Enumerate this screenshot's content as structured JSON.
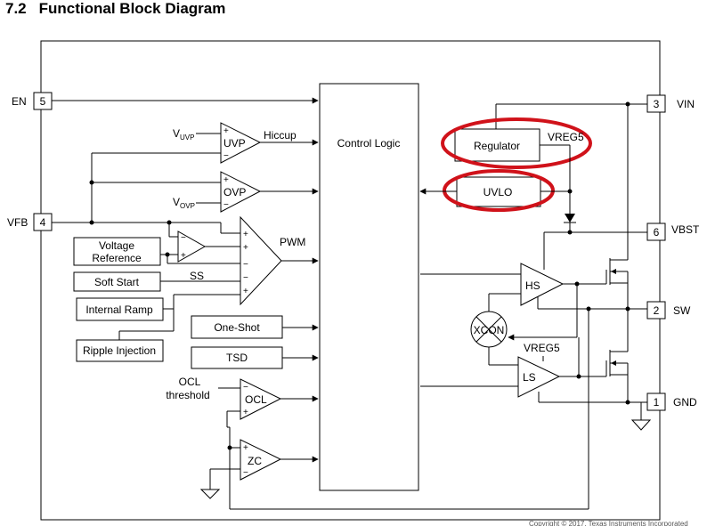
{
  "heading": {
    "number": "7.2",
    "title": "Functional Block Diagram"
  },
  "pins": {
    "en": {
      "name": "EN",
      "num": "5"
    },
    "vfb": {
      "name": "VFB",
      "num": "4"
    },
    "vin": {
      "name": "VIN",
      "num": "3"
    },
    "vbst": {
      "name": "VBST",
      "num": "6"
    },
    "sw": {
      "name": "SW",
      "num": "2"
    },
    "gnd": {
      "name": "GND",
      "num": "1"
    }
  },
  "blocks": {
    "control_logic": "Control Logic",
    "regulator": "Regulator",
    "uvlo": "UVLO",
    "voltage_reference_1": "Voltage",
    "voltage_reference_2": "Reference",
    "soft_start": "Soft Start",
    "internal_ramp": "Internal Ramp",
    "ripple_injection": "Ripple Injection",
    "one_shot": "One-Shot",
    "tsd": "TSD"
  },
  "comparators": {
    "uvp": "UVP",
    "ovp": "OVP",
    "ocl": "OCL",
    "zc": "ZC",
    "hs": "HS",
    "ls": "LS",
    "xcon": "XCON"
  },
  "signals": {
    "v_uvp_main": "V",
    "v_uvp_sub": "UVP",
    "v_ovp_main": "V",
    "v_ovp_sub": "OVP",
    "hiccup": "Hiccup",
    "pwm": "PWM",
    "ss": "SS",
    "vreg5_top": "VREG5",
    "vreg5_bottom": "VREG5",
    "ocl_threshold_1": "OCL",
    "ocl_threshold_2": "threshold",
    "plus": "+",
    "minus": "−"
  },
  "footer": {
    "copyright": "Copyright © 2017, Texas Instruments Incorporated"
  },
  "colors": {
    "highlight": "#d0121a",
    "line": "#000000"
  }
}
